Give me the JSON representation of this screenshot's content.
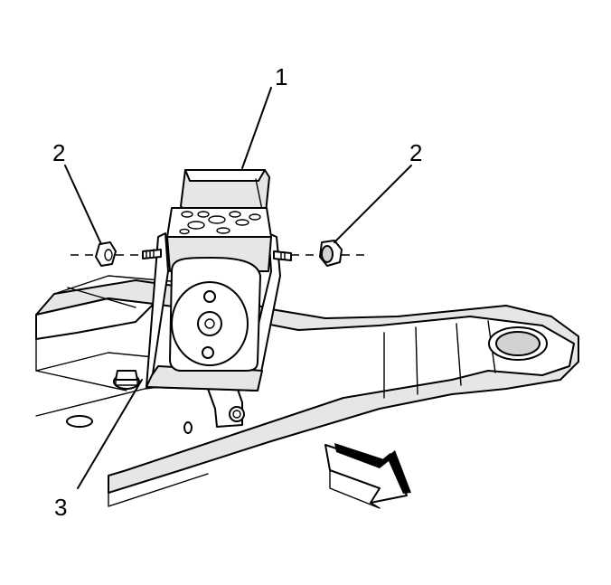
{
  "callouts": {
    "part_1": "1",
    "part_2_left": "2",
    "part_2_right": "2",
    "part_3": "3"
  },
  "colors": {
    "line": "#000000",
    "background": "#ffffff",
    "shade_light": "#e6e6e6",
    "shade_mid": "#d2d2d2"
  },
  "icons": {
    "direction_arrow": "front-direction-arrow-icon"
  }
}
